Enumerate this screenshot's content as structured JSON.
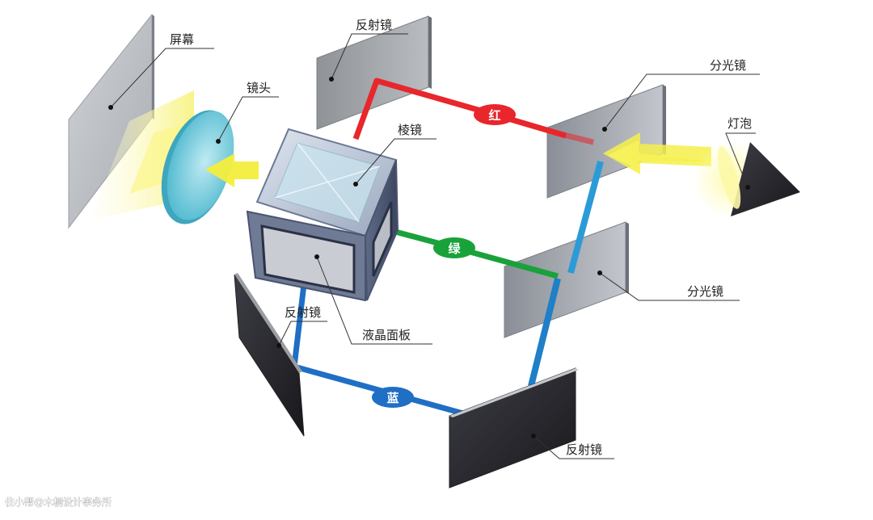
{
  "labels": {
    "screen": "屏幕",
    "lens": "镜头",
    "mirror_top": "反射镜",
    "prism": "棱镜",
    "splitter_top": "分光镜",
    "bulb": "灯泡",
    "splitter_mid": "分光镜",
    "mirror_left": "反射镜",
    "lcd_panel": "液晶面板",
    "mirror_bottom": "反射镜"
  },
  "beams": {
    "red": "红",
    "green": "绿",
    "blue": "蓝"
  },
  "colors": {
    "red_beam": "#e8262b",
    "green_beam": "#1aa23a",
    "blue_beam": "#1f6fc4",
    "cyan_beam": "#2b9bd8",
    "light_yellow": "#f6f04a"
  },
  "watermark": "住小帮@木桐设计事务所"
}
